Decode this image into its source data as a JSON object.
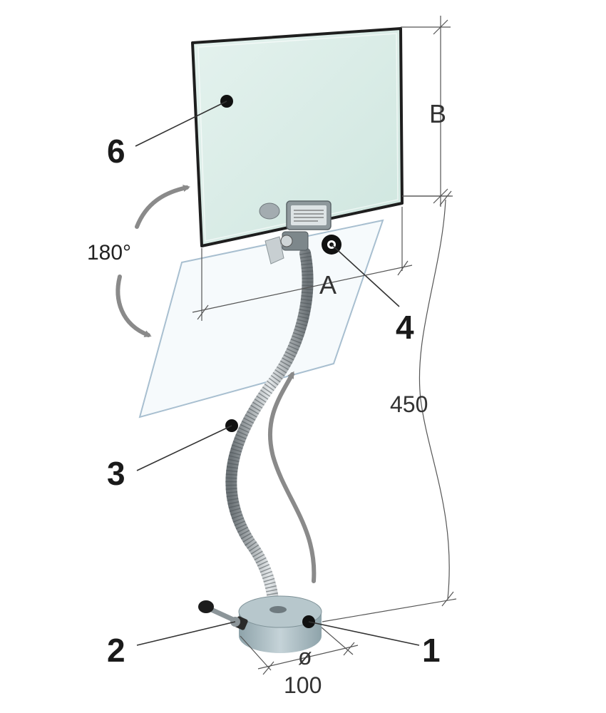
{
  "diagram": {
    "callouts": [
      {
        "id": "1",
        "label": "1"
      },
      {
        "id": "2",
        "label": "2"
      },
      {
        "id": "3",
        "label": "3"
      },
      {
        "id": "4",
        "label": "4"
      },
      {
        "id": "6",
        "label": "6"
      }
    ],
    "dimensions": {
      "width": "A",
      "height": "B",
      "total_height": "450",
      "base_diameter_symbol": "ø",
      "base_diameter": "100"
    },
    "rotation": "180°",
    "colors": {
      "glass": "#d6ece6",
      "glass_edge": "#1e1e1e",
      "arrow": "#8a8a8a",
      "metal": "#a9b4b9",
      "base": "#9fb2b8"
    }
  }
}
